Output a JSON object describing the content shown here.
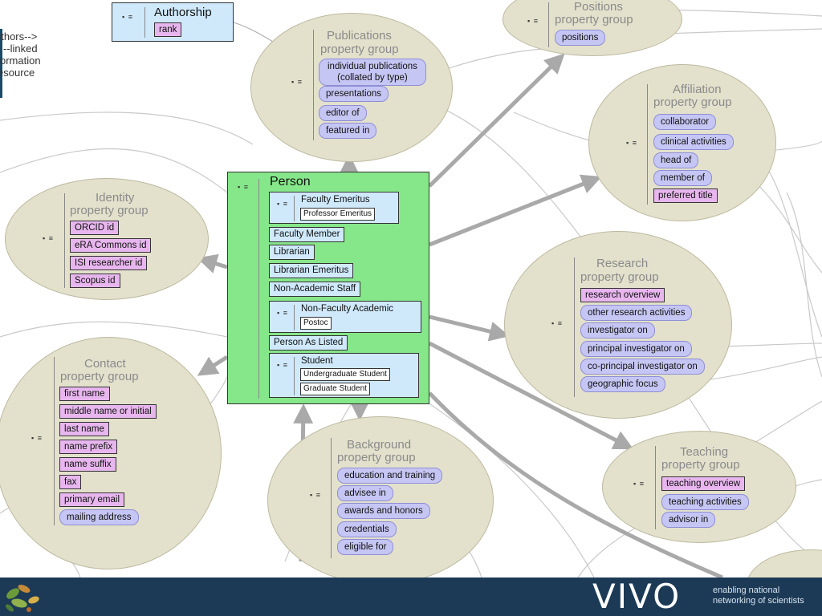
{
  "side_note": [
    "uthors-->",
    "--linked",
    "ormation",
    "esource"
  ],
  "authorship": {
    "title": "Authorship",
    "items": [
      "rank"
    ]
  },
  "person": {
    "title": "Person",
    "faculty_emeritus": {
      "label": "Faculty Emeritus",
      "child": "Professor Emeritus"
    },
    "faculty_member": "Faculty Member",
    "librarian": "Librarian",
    "librarian_emeritus": "Librarian Emeritus",
    "non_academic_staff": "Non-Academic Staff",
    "non_faculty_academic": {
      "label": "Non-Faculty Academic",
      "child": "Postoc"
    },
    "person_as_listed": "Person As Listed",
    "student": {
      "label": "Student",
      "children": [
        "Undergraduate Student",
        "Graduate Student"
      ]
    }
  },
  "groups": {
    "publications": {
      "title1": "Publications",
      "title2": "property group",
      "items": [
        "individual publications",
        "(collated by type)",
        "presentations",
        "editor of",
        "featured in"
      ]
    },
    "positions": {
      "title1": "Positions",
      "title2": "property group",
      "items": [
        "positions"
      ]
    },
    "affiliation": {
      "title1": "Affiliation",
      "title2": "property group",
      "items": [
        "collaborator",
        "clinical activities",
        "head of",
        "member of",
        "preferred title"
      ]
    },
    "identity": {
      "title1": "Identity",
      "title2": "property group",
      "items": [
        "ORCID id",
        "eRA Commons id",
        "ISI researcher id",
        "Scopus id"
      ]
    },
    "research": {
      "title1": "Research",
      "title2": "property group",
      "items": [
        "research overview",
        "other research activities",
        "investigator on",
        "principal investigator on",
        "co-principal investigator on",
        "geographic focus"
      ]
    },
    "contact": {
      "title1": "Contact",
      "title2": "property group",
      "items": [
        "first name",
        "middle name or initial",
        "last name",
        "name prefix",
        "name suffix",
        "fax",
        "primary email",
        "mailing address"
      ]
    },
    "background": {
      "title1": "Background",
      "title2": "property group",
      "items": [
        "education and training",
        "advisee in",
        "awards and honors",
        "credentials",
        "eligible for"
      ]
    },
    "teaching": {
      "title1": "Teaching",
      "title2": "property group",
      "items": [
        "teaching overview",
        "teaching activities",
        "advisor in"
      ]
    }
  },
  "handle_glyph": "▪ ≡",
  "footer": {
    "logo": "VIVO",
    "tagline1": "enabling national",
    "tagline2": "networking of scientists"
  },
  "colors": {
    "person": "#86e68a",
    "class_box": "#cfe9fb",
    "group": "#e3e1cc",
    "property_pill": "#c6c6f4",
    "data_property": "#e8b6ee",
    "footer": "#1c3a56"
  }
}
